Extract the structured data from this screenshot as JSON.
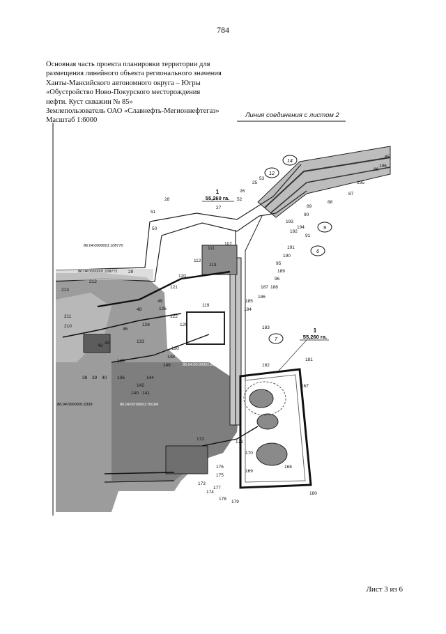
{
  "page_number": "784",
  "title_lines": [
    "Основная часть проекта планировки территории для",
    "размещения линейного объекта регионального значения",
    "Ханты-Мансийского автономного округа – Югры",
    "«Обустройство Ново-Покурского месторождения",
    "нефти. Куст скважин № 85»",
    "Землепользователь ОАО «Славнефть-Мегионнефтегаз»",
    "Масштаб 1:6000"
  ],
  "connection_line_label": "Линия соединения с листом 2",
  "sheet_label": "Лист 3 из 6",
  "map": {
    "parcel_callouts": [
      {
        "num": "1",
        "area": "55,260 га."
      },
      {
        "num": "1",
        "area": "55,260 га."
      }
    ],
    "circled_labels": [
      "14",
      "12",
      "9",
      "6",
      "7"
    ],
    "cadastral_numbers": [
      "86:04:0000001:108770",
      "86:04:0000001:108771",
      "86:04:00:00001:26499",
      "86:04:00:00001:05184",
      "86:04:0000001:2399"
    ],
    "point_labels": {
      "p85": "85",
      "p86": "86",
      "p196": "196",
      "p195": "195",
      "p87": "87",
      "p88": "88",
      "p89": "89",
      "p90": "90",
      "p194": "194",
      "p193": "193",
      "p192": "192",
      "p91": "91",
      "p191": "191",
      "p190": "190",
      "p95": "95",
      "p189": "189",
      "p96": "96",
      "p187": "187",
      "p188": "188",
      "p186": "186",
      "p185": "185",
      "p184": "184",
      "p183": "183",
      "p182": "182",
      "p181": "181",
      "p180": "180",
      "p167": "167",
      "p168": "168",
      "p169": "169",
      "p170": "170",
      "p171": "171",
      "p172": "172",
      "p173": "173",
      "p174": "174",
      "p175": "175",
      "p176": "176",
      "p177": "177",
      "p178": "178",
      "p179": "179",
      "p25": "25",
      "p26": "26",
      "p27": "27",
      "p28": "28",
      "p29": "29",
      "p51": "51",
      "p50": "50",
      "p52": "52",
      "p53": "53",
      "p107": "107",
      "p111": "111",
      "p112": "112",
      "p113": "113",
      "p119": "119",
      "p120": "120",
      "p121": "121",
      "p122": "122",
      "p125": "125",
      "p126": "126",
      "p128": "128",
      "p133": "133",
      "p135": "135",
      "p136": "136",
      "p140": "140",
      "p141": "141",
      "p142": "142",
      "p144": "144",
      "p146": "146",
      "p148": "148",
      "p150": "150",
      "p38": "38",
      "p39": "39",
      "p40": "40",
      "p43": "43",
      "p44": "44",
      "p46": "46",
      "p48": "48",
      "p49": "49",
      "p210": "210",
      "p211": "211",
      "p212": "212",
      "p213": "213"
    }
  }
}
